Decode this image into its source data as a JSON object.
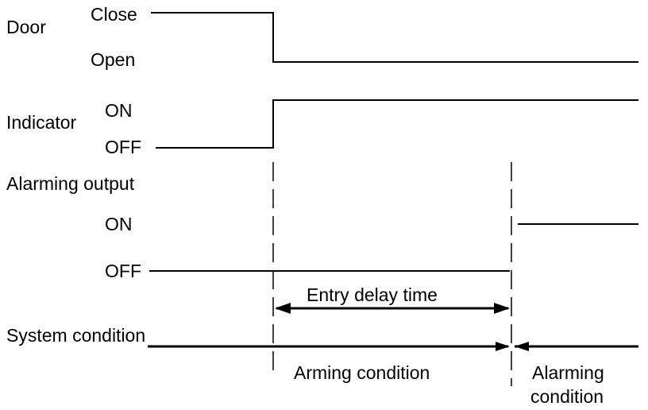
{
  "door": {
    "label": "Door",
    "close_label": "Close",
    "open_label": "Open"
  },
  "indicator": {
    "label": "Indicator",
    "on_label": "ON",
    "off_label": "OFF"
  },
  "alarming_output": {
    "label": "Alarming output",
    "on_label": "ON",
    "off_label": "OFF"
  },
  "entry_delay": {
    "label": "Entry delay time"
  },
  "system_condition": {
    "label": "System condition",
    "arming_label": "Arming condition",
    "alarming_line1": "Alarming",
    "alarming_line2": "condition"
  }
}
